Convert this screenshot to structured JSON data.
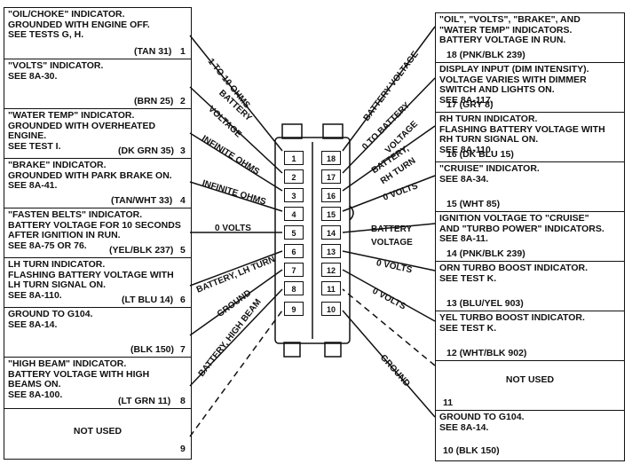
{
  "left_circuits": [
    {
      "text": "\"OIL/CHOKE\" INDICATOR.\nGROUNDED WITH ENGINE OFF.\nSEE TESTS G, H.",
      "wire": "(TAN 31)",
      "pin": "1"
    },
    {
      "text": "\"VOLTS\" INDICATOR.\nSEE 8A-30.",
      "wire": "(BRN 25)",
      "pin": "2"
    },
    {
      "text": "\"WATER TEMP\" INDICATOR.\nGROUNDED WITH OVERHEATED\nENGINE.\nSEE TEST I.",
      "wire": "(DK GRN 35)",
      "pin": "3"
    },
    {
      "text": "\"BRAKE\" INDICATOR.\nGROUNDED WITH PARK BRAKE ON.\nSEE 8A-41.",
      "wire": "(TAN/WHT 33)",
      "pin": "4"
    },
    {
      "text": "\"FASTEN BELTS\" INDICATOR.\nBATTERY VOLTAGE FOR 10 SECONDS\nAFTER IGNITION IN RUN.\nSEE 8A-75 OR 76.",
      "wire": "(YEL/BLK 237)",
      "pin": "5"
    },
    {
      "text": "LH TURN INDICATOR.\nFLASHING BATTERY VOLTAGE WITH\nLH TURN SIGNAL ON.\nSEE 8A-110.",
      "wire": "(LT BLU 14)",
      "pin": "6"
    },
    {
      "text": "GROUND TO G104.\nSEE 8A-14.",
      "wire": "(BLK 150)",
      "pin": "7"
    },
    {
      "text": "\"HIGH BEAM\" INDICATOR.\nBATTERY VOLTAGE WITH HIGH\nBEAMS ON.\nSEE 8A-100.",
      "wire": "(LT GRN 11)",
      "pin": "8"
    },
    {
      "text": "NOT USED",
      "wire": "",
      "pin": "9"
    }
  ],
  "right_circuits": [
    {
      "text": "\"OIL\", \"VOLTS\", \"BRAKE\", AND\n\"WATER TEMP\" INDICATORS.\nBATTERY VOLTAGE IN RUN.",
      "pinwire": "18   (PNK/BLK 239)"
    },
    {
      "text": "DISPLAY INPUT (DIM INTENSITY).\nVOLTAGE VARIES WITH DIMMER\nSWITCH AND LIGHTS ON.\nSEE 8A-117.",
      "pinwire": "17   (GRY 8)"
    },
    {
      "text": "RH TURN INDICATOR.\nFLASHING BATTERY VOLTAGE WITH\nRH TURN SIGNAL ON.\nSEE 8A-110.",
      "pinwire": "16   (DK BLU 15)"
    },
    {
      "text": "\"CRUISE\" INDICATOR.\nSEE 8A-34.",
      "pinwire": "15   (WHT 85)"
    },
    {
      "text": "IGNITION VOLTAGE TO \"CRUISE\"\nAND \"TURBO POWER\" INDICATORS.\nSEE 8A-11.",
      "pinwire": "14   (PNK/BLK 239)"
    },
    {
      "text": "ORN TURBO BOOST INDICATOR.\nSEE TEST K.",
      "pinwire": "13   (BLU/YEL 903)"
    },
    {
      "text": "YEL TURBO BOOST INDICATOR.\nSEE TEST K.",
      "pinwire": "12   (WHT/BLK 902)"
    },
    {
      "text": "NOT USED",
      "pinwire": "11"
    },
    {
      "text": "GROUND TO G104.\nSEE 8A-14.",
      "pinwire": "10   (BLK 150)"
    }
  ],
  "left_labels": [
    "1 TO 10 OHMS",
    "BATTERY",
    "VOLTAGE",
    "INFINITE OHMS",
    "INFINITE OHMS",
    "0 VOLTS",
    "BATTERY, LH TURN",
    "GROUND",
    "BATTERY, HIGH BEAM"
  ],
  "right_labels": [
    "BATTERY VOLTAGE",
    "0 TO BATTERY",
    "VOLTAGE",
    "BATTERY,",
    "RH TURN",
    "0 VOLTS",
    "BATTERY",
    "VOLTAGE",
    "0 VOLTS",
    "0 VOLTS",
    "GROUND"
  ],
  "cavities_left": [
    "1",
    "2",
    "3",
    "4",
    "5",
    "6",
    "7",
    "8",
    "9"
  ],
  "cavities_right": [
    "18",
    "17",
    "16",
    "15",
    "14",
    "13",
    "12",
    "11",
    "10"
  ]
}
